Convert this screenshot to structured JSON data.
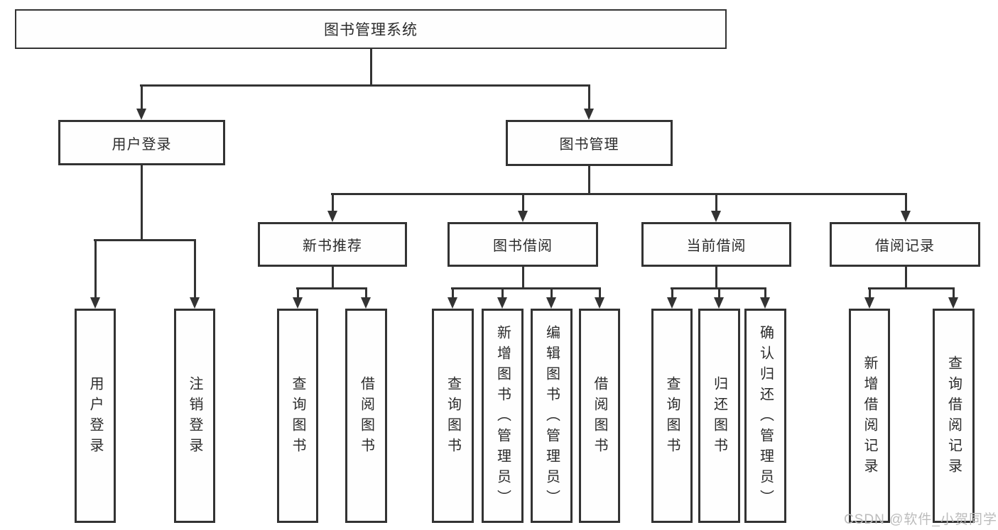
{
  "nodes": {
    "root": "图书管理系统",
    "user_login": "用户登录",
    "book_mgmt": "图书管理",
    "user_children": [
      "用户登录",
      "注销登录"
    ],
    "mgmt_children": [
      "新书推荐",
      "图书借阅",
      "当前借阅",
      "借阅记录"
    ],
    "xinshu_children": [
      "查询图书",
      "借阅图书"
    ],
    "jieyue_children": [
      "查询图书",
      "新增图书（管理员）",
      "编辑图书（管理员）",
      "借阅图书"
    ],
    "dangqian_children": [
      "查询图书",
      "归还图书",
      "确认归还（管理员）"
    ],
    "jilu_children": [
      "新增借阅记录",
      "查询借阅记录"
    ]
  },
  "watermark": "CSDN @软件_小贺同学",
  "colors": {
    "line": "#333333",
    "text": "#2b2b2b",
    "watermark": "#bcbcbc",
    "background": "#ffffff"
  }
}
